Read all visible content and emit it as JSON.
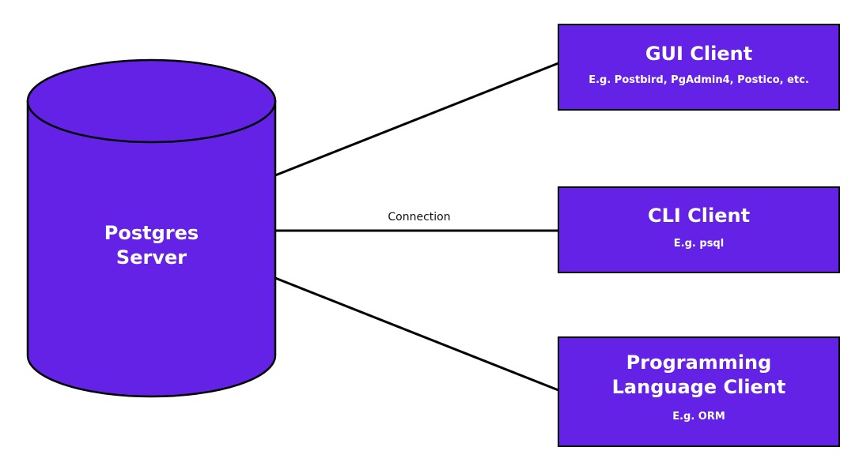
{
  "colors": {
    "fill": "#6322e6",
    "stroke": "#000000",
    "text_on_fill": "#ffffff"
  },
  "server": {
    "line1": "Postgres",
    "line2": "Server"
  },
  "connection": {
    "label": "Connection"
  },
  "clients": {
    "gui": {
      "title": "GUI Client",
      "example": "E.g. Postbird, PgAdmin4, Postico, etc."
    },
    "cli": {
      "title": "CLI Client",
      "example": "E.g. psql"
    },
    "prog": {
      "title_line1": "Programming",
      "title_line2": "Language Client",
      "example": "E.g. ORM"
    }
  }
}
